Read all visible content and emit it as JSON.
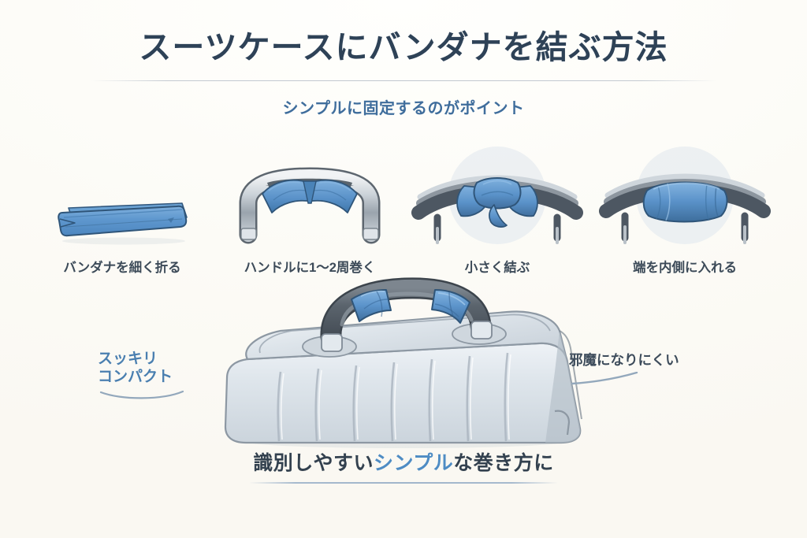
{
  "header": {
    "title": "スーツケースにバンダナを結ぶ方法",
    "subtitle": "シンプルに固定するのがポイント"
  },
  "steps": [
    {
      "label": "バンダナを細く折る",
      "art": "folded-bandana"
    },
    {
      "label": "ハンドルに1〜2周巻く",
      "art": "handle-wrapped"
    },
    {
      "label": "小さく結ぶ",
      "art": "handle-knot"
    },
    {
      "label": "端を内側に入れる",
      "art": "handle-tucked"
    }
  ],
  "hero": {
    "art": "suitcase-with-banded-handle",
    "callout_left_line1": "スッキリ",
    "callout_left_line2": "コンパクト",
    "callout_right": "邪魔になりにくい"
  },
  "caption": {
    "lead": "識別しやすい",
    "highlight": "シンプル",
    "tail": "な巻き方に"
  },
  "colors": {
    "background": "#fdfcf8",
    "title": "#2e4257",
    "subtitle_blue": "#3f6d9c",
    "accent_blue": "#4e8cc4",
    "fabric_blue": "#5b95cc",
    "fabric_blue_dark": "#3a6b9c",
    "handle_gray": "#56606b",
    "shell_silver": "#dbe2e8",
    "label_text": "#3c4a58"
  }
}
